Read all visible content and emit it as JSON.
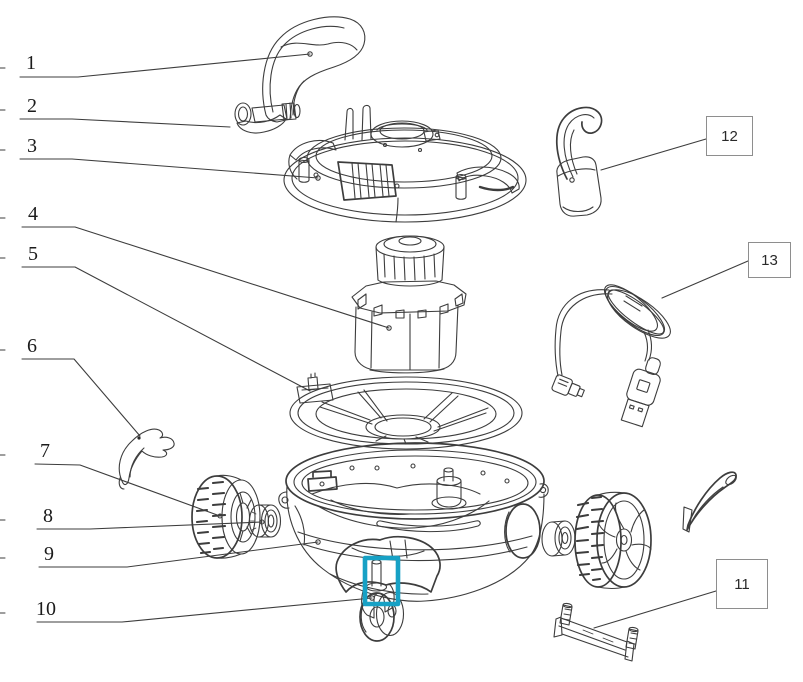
{
  "figure": {
    "background": "#ffffff",
    "line_color": "#3d3d3d",
    "leader_color": "#6f6f6f",
    "highlight_box_color": "#17a1c5"
  },
  "callouts": {
    "plain": [
      {
        "label": "1"
      },
      {
        "label": "2"
      },
      {
        "label": "3"
      },
      {
        "label": "4"
      },
      {
        "label": "5"
      },
      {
        "label": "6"
      },
      {
        "label": "7"
      },
      {
        "label": "8"
      },
      {
        "label": "9"
      },
      {
        "label": "10"
      }
    ],
    "boxed": [
      {
        "label": "12"
      },
      {
        "label": "13"
      },
      {
        "label": "11"
      }
    ]
  }
}
